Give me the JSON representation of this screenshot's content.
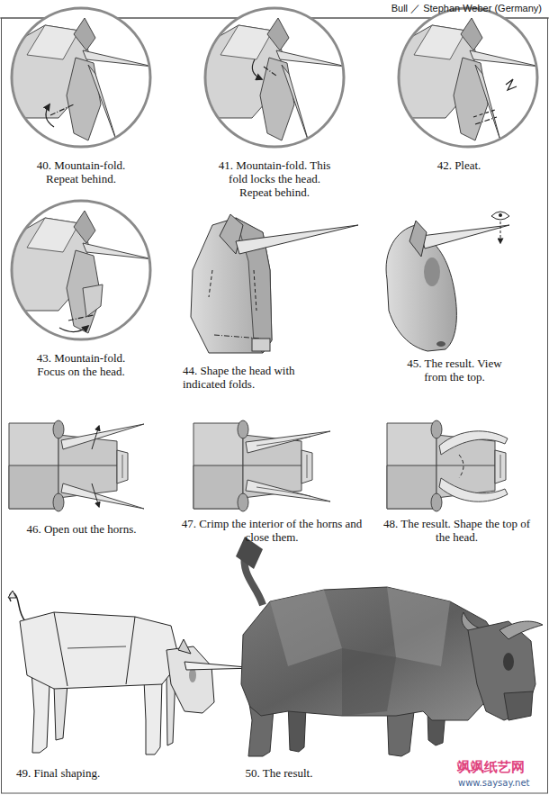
{
  "diagram": {
    "title": "Bull ／ Stephan Weber (Germany)",
    "labels": [
      "40. Mountain-fold. Repeat behind.",
      "41. Mountain-fold. This fold locks the head. Repeat behind.",
      "42. Pleat.",
      "43. Mountain-fold. Focus on the head.",
      "44. Shape the head with indicated folds.",
      "45. The result. View from the top.",
      "46. Open out the horns.",
      "47. Crimp the interior of the horns and close them.",
      "48. The result. Shape the top of the head.",
      "49. Final shaping.",
      "50. The result.",
      "飒飒纸艺网",
      "www.saysay.net"
    ]
  }
}
